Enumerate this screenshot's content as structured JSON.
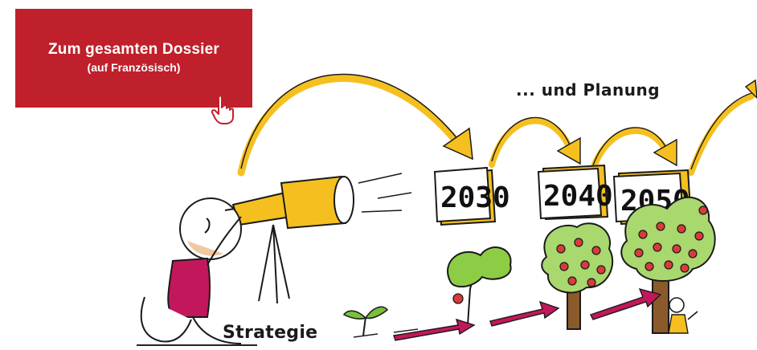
{
  "dossier_link": {
    "title": "Zum gesamten Dossier",
    "subtitle": "(auf Französisch)",
    "color": "#c0202b"
  },
  "labels": {
    "planning": "... und Planung",
    "strategy": "Strategie"
  },
  "timeline": {
    "years": [
      "2030",
      "2040",
      "2050"
    ],
    "accent_color": "#f5c01f",
    "arrow_color": "#c2185b"
  },
  "icons": {
    "cursor": "hand-pointer-icon",
    "telescope": "telescope-icon"
  }
}
